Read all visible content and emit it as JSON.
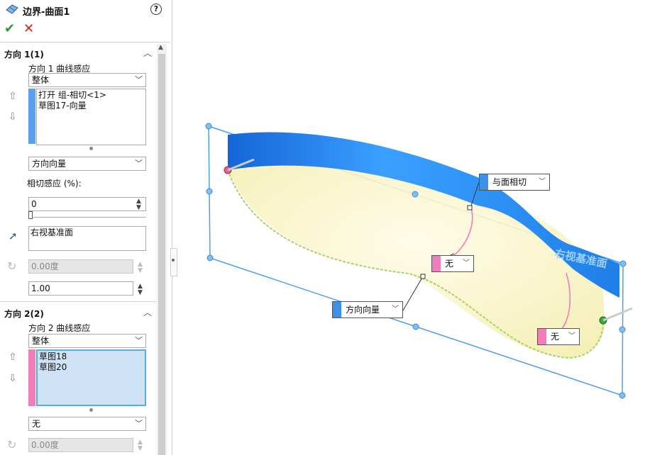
{
  "header": {
    "title": "边界-曲面1",
    "help": "?"
  },
  "actions": {
    "ok": "✔",
    "cancel": "✕"
  },
  "direction1": {
    "title": "方向 1(1)",
    "influence_label": "方向 1 曲线感应",
    "influence_value": "整体",
    "curves": [
      "打开 组-相切<1>",
      "草图17-向量"
    ],
    "tangent_type": "方向向量",
    "tangent_influence_label": "相切感应 (%):",
    "tangent_influence_value": "0",
    "reference": "右视基准面",
    "angle_value": "0.00度",
    "tangent_length": "1.00"
  },
  "direction2": {
    "title": "方向 2(2)",
    "influence_label": "方向 2 曲线感应",
    "influence_value": "整体",
    "curves": [
      "草图18",
      "草图20"
    ],
    "tangent_type": "无",
    "angle_value": "0.00度"
  },
  "viewport": {
    "callouts": [
      {
        "label": "与面相切",
        "color": "#3d8fe8"
      },
      {
        "label": "无",
        "color": "#f07cbc"
      },
      {
        "label": "方向向量",
        "color": "#3d8fe8"
      },
      {
        "label": "无",
        "color": "#f07cbc"
      }
    ],
    "plane_label": "右视基准面"
  },
  "colors": {
    "dir1": "#5aa0f0",
    "dir2": "#f07cbc",
    "surface_blue": "#1e88f0",
    "frame": "#4d9ee8"
  }
}
